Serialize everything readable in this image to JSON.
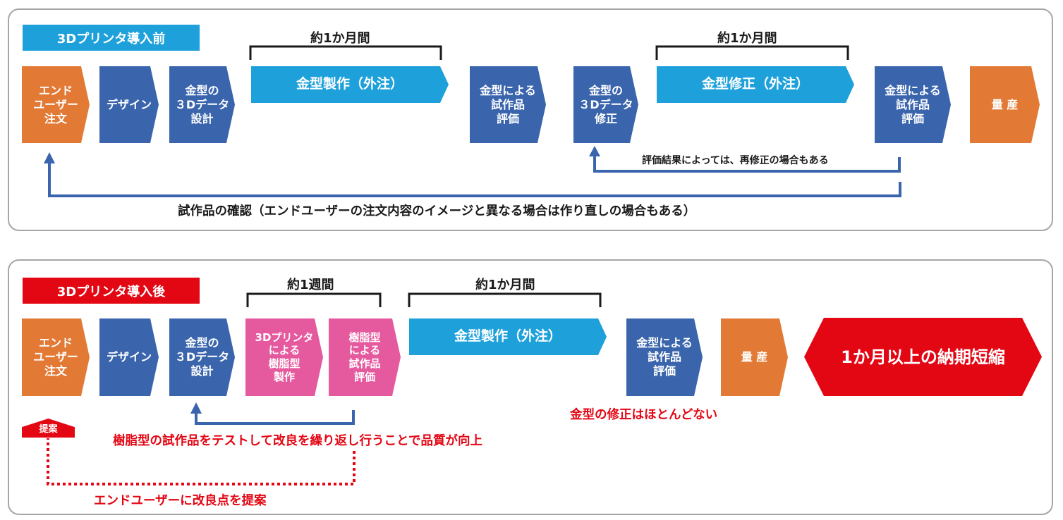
{
  "panel_before": {
    "tag": "3Dプリンタ導入前",
    "durations": [
      "約1か月間",
      "約1か月間"
    ],
    "steps": [
      "エンド\nユーザー\n注文",
      "デザイン",
      "金型の\n３Dデータ\n設計",
      "金型製作（外注）",
      "金型による\n試作品\n評価",
      "金型の\n３Dデータ\n修正",
      "金型修正（外注）",
      "金型による\n試作品\n評価",
      "量 産"
    ],
    "loop_note": "評価結果によっては、再修正の場合もある",
    "bottom_note": "試作品の確認（エンドユーザーの注文内容のイメージと異なる場合は作り直しの場合もある）"
  },
  "panel_after": {
    "tag": "3Dプリンタ導入後",
    "durations": [
      "約1週間",
      "約1か月間"
    ],
    "steps": [
      "エンド\nユーザー\n注文",
      "デザイン",
      "金型の\n３Dデータ\n設計",
      "3Dプリンタ\nによる\n樹脂型\n製作",
      "樹脂型\nによる\n試作品\n評価",
      "金型製作（外注）",
      "金型による\n試作品\n評価",
      "量 産"
    ],
    "result": "1か月以上の納期短縮",
    "mold_note": "金型の修正はほとんどない",
    "proposal_tag": "提案",
    "loop_note": "樹脂型の試作品をテストして改良を繰り返し行うことで品質が向上",
    "bottom_note": "エンドユーザーに改良点を提案"
  },
  "colors": {
    "orange": "#e27a36",
    "blue": "#3a65ad",
    "cyan": "#1ea1db",
    "pink": "#e55a9e",
    "red": "#e30613"
  }
}
